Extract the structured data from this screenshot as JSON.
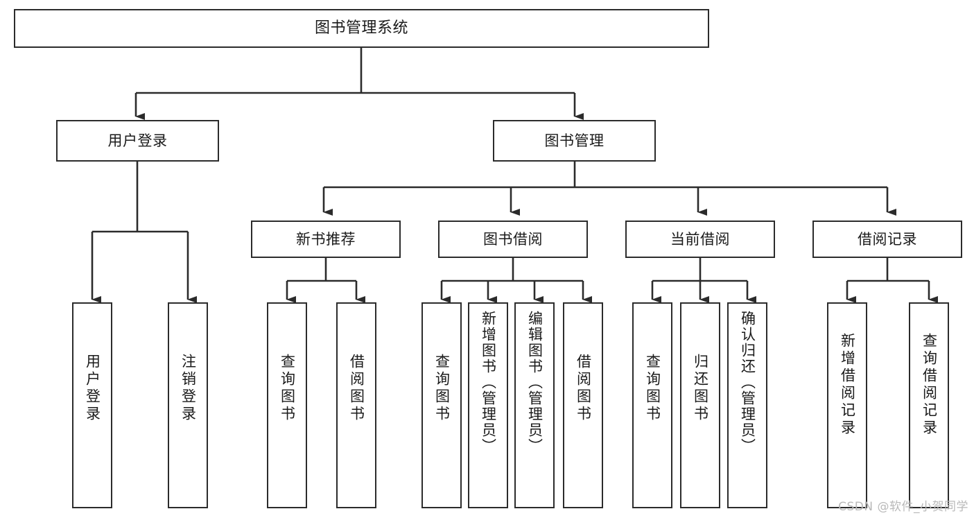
{
  "diagram": {
    "type": "tree-hierarchy",
    "title": "图书管理系统",
    "watermark": "CSDN @软件_小贺同学",
    "colors": {
      "box_border": "#2b2b2b",
      "box_fill": "#ffffff",
      "connector": "#2b2b2b",
      "text": "#1a1a1a",
      "watermark": "#b9b9b9",
      "canvas": "#ffffff"
    },
    "levels": [
      {
        "level": 1,
        "nodes": [
          {
            "id": "root",
            "label": "图书管理系统",
            "orientation": "horizontal"
          }
        ]
      },
      {
        "level": 2,
        "nodes": [
          {
            "id": "user-login",
            "label": "用户登录",
            "orientation": "horizontal",
            "parent": "root"
          },
          {
            "id": "book-mgmt",
            "label": "图书管理",
            "orientation": "horizontal",
            "parent": "root"
          }
        ]
      },
      {
        "level": 3,
        "nodes": [
          {
            "id": "new-book-rec",
            "label": "新书推荐",
            "orientation": "horizontal",
            "parent": "book-mgmt"
          },
          {
            "id": "book-borrow",
            "label": "图书借阅",
            "orientation": "horizontal",
            "parent": "book-mgmt"
          },
          {
            "id": "current-borrow",
            "label": "当前借阅",
            "orientation": "horizontal",
            "parent": "book-mgmt"
          },
          {
            "id": "borrow-record",
            "label": "借阅记录",
            "orientation": "horizontal",
            "parent": "book-mgmt"
          }
        ]
      },
      {
        "level": 4,
        "nodes": [
          {
            "id": "leaf-user-login",
            "label": "用户登录",
            "orientation": "vertical",
            "parent": "user-login"
          },
          {
            "id": "leaf-logout",
            "label": "注销登录",
            "orientation": "vertical",
            "parent": "user-login"
          },
          {
            "id": "leaf-query-book-1",
            "label": "查询图书",
            "orientation": "vertical",
            "parent": "new-book-rec"
          },
          {
            "id": "leaf-borrow-book-1",
            "label": "借阅图书",
            "orientation": "vertical",
            "parent": "new-book-rec"
          },
          {
            "id": "leaf-query-book-2",
            "label": "查询图书",
            "orientation": "vertical",
            "parent": "book-borrow"
          },
          {
            "id": "leaf-add-book",
            "label": "新增图书（管理员）",
            "orientation": "vertical",
            "parent": "book-borrow"
          },
          {
            "id": "leaf-edit-book",
            "label": "编辑图书（管理员）",
            "orientation": "vertical",
            "parent": "book-borrow"
          },
          {
            "id": "leaf-borrow-book-2",
            "label": "借阅图书",
            "orientation": "vertical",
            "parent": "book-borrow"
          },
          {
            "id": "leaf-query-book-3",
            "label": "查询图书",
            "orientation": "vertical",
            "parent": "current-borrow"
          },
          {
            "id": "leaf-return-book",
            "label": "归还图书",
            "orientation": "vertical",
            "parent": "current-borrow"
          },
          {
            "id": "leaf-confirm-return",
            "label": "确认归还（管理员）",
            "orientation": "vertical",
            "parent": "current-borrow"
          },
          {
            "id": "leaf-add-record",
            "label": "新增借阅记录",
            "orientation": "vertical",
            "parent": "borrow-record"
          },
          {
            "id": "leaf-query-record",
            "label": "查询借阅记录",
            "orientation": "vertical",
            "parent": "borrow-record"
          }
        ]
      }
    ]
  }
}
